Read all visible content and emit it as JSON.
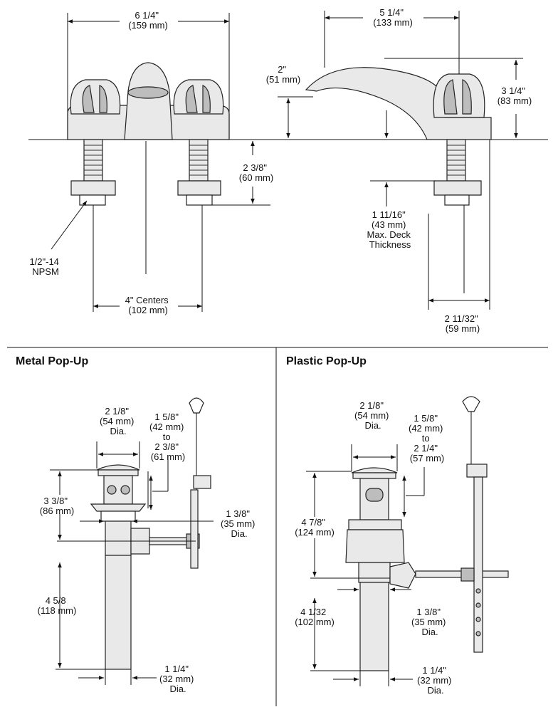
{
  "top": {
    "overall_width": [
      "6 1/4\"",
      "(159 mm)"
    ],
    "spout_reach": [
      "5 1/4\"",
      "(133 mm)"
    ],
    "spout_height": [
      "2\"",
      "(51 mm)"
    ],
    "handle_height": [
      "3 1/4\"",
      "(83 mm)"
    ],
    "shank_length": [
      "2 3/8\"",
      "(60 mm)"
    ],
    "deck_thickness": [
      "1 11/16\"",
      "(43 mm)",
      "Max. Deck",
      "Thickness"
    ],
    "thread": [
      "1/2\"-14",
      "NPSM"
    ],
    "centers": [
      "4\" Centers",
      "(102 mm)"
    ],
    "base_depth": [
      "2 11/32\"",
      "(59 mm)"
    ]
  },
  "metal_popup": {
    "title": "Metal Pop-Up",
    "flange_dia": [
      "2 1/8\"",
      "(54 mm)",
      "Dia."
    ],
    "rod_range": [
      "1 5/8\"",
      "(42 mm)",
      "to",
      "2 3/8\"",
      "(61 mm)"
    ],
    "body_height": [
      "3 3/8\"",
      "(86 mm)"
    ],
    "body_dia": [
      "1 3/8\"",
      "(35 mm)",
      "Dia."
    ],
    "tail_length": [
      "4 5/8",
      "(118 mm)"
    ],
    "tail_dia": [
      "1 1/4\"",
      "(32 mm)",
      "Dia."
    ]
  },
  "plastic_popup": {
    "title": "Plastic Pop-Up",
    "flange_dia": [
      "2 1/8\"",
      "(54 mm)",
      "Dia."
    ],
    "rod_range": [
      "1 5/8\"",
      "(42 mm)",
      "to",
      "2 1/4\"",
      "(57 mm)"
    ],
    "body_height": [
      "4 7/8\"",
      "(124 mm)"
    ],
    "body_dia": [
      "1 3/8\"",
      "(35 mm)",
      "Dia."
    ],
    "tail_length": [
      "4 1/32",
      "(102 mm)"
    ],
    "tail_dia": [
      "1 1/4\"",
      "(32 mm)",
      "Dia."
    ]
  }
}
